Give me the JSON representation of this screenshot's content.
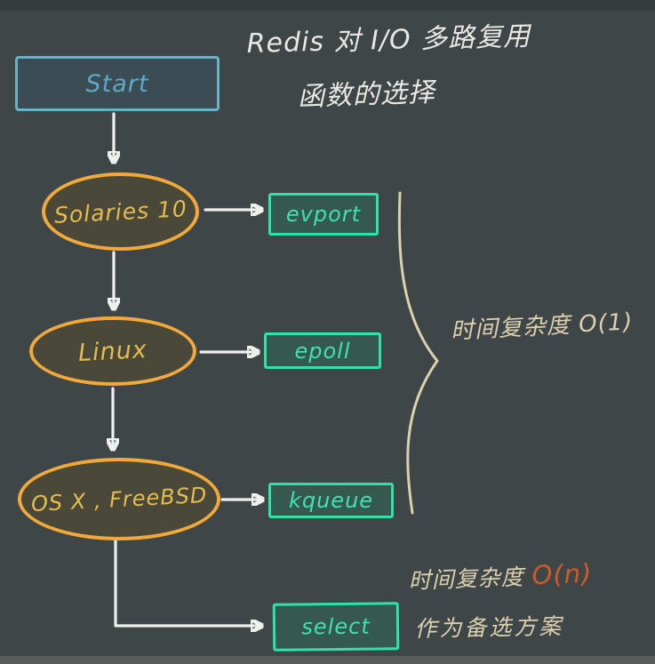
{
  "title": {
    "line1": "Redis 对 I/O 多路复用",
    "line2": "函数的选择"
  },
  "flowchart": {
    "start_label": "Start",
    "os_nodes": [
      {
        "label": "Solaries 10"
      },
      {
        "label": "Linux"
      },
      {
        "label": "OS X , FreeBSD"
      }
    ],
    "function_boxes": [
      {
        "label": "evport"
      },
      {
        "label": "epoll"
      },
      {
        "label": "kqueue"
      },
      {
        "label": "select"
      }
    ]
  },
  "annotations": {
    "brace_label": "时间复杂度 O(1)",
    "select_complexity_prefix": "时间复杂度",
    "select_complexity_value": "O(n)",
    "select_note": "作为备选方案"
  },
  "colors": {
    "background": "#3e4648",
    "node_orange": "#f2a93b",
    "node_fill_olive": "#4a4838",
    "node_text_amber": "#e6bc4f",
    "box_green": "#2ce3a8",
    "box_fill_teal": "#36594f",
    "box_text_green": "#3ce4ad",
    "start_border_blue": "#68b2c9",
    "start_fill": "#3c4c54",
    "start_text_blue": "#5da9c6",
    "arrow_white": "#edf0ed",
    "ink_cream": "#dcd0af",
    "complexity_orange": "#d05a28",
    "title_white": "#eae8e2",
    "bottom_strip": "#585d5c"
  }
}
